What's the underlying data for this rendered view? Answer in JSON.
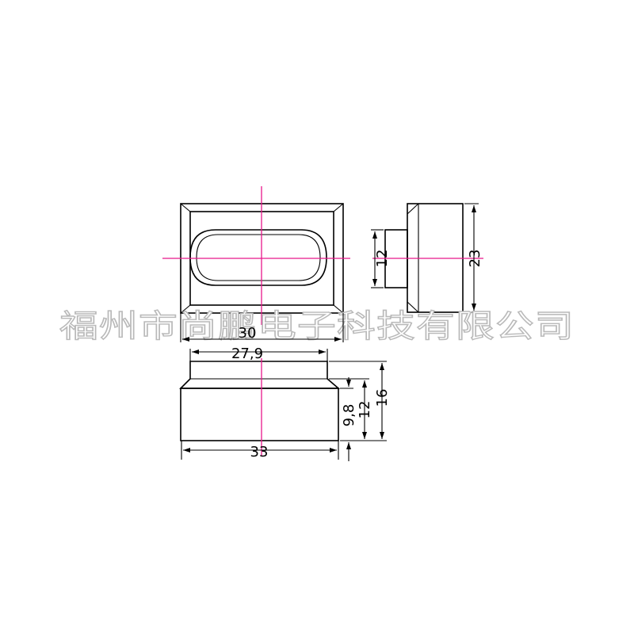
{
  "watermark": "福州市尚鹏电子科技有限公司",
  "dimensions": {
    "top_view_inner_width": "27,9",
    "top_view_outer_width": "30",
    "bottom_width": "33",
    "side_boss_height": "12",
    "side_total_height": "23",
    "front_dim_a": "9,8",
    "front_dim_b": "12",
    "front_dim_c": "16"
  },
  "colors": {
    "outline": "#000000",
    "centerline": "#e8178a",
    "watermark_stroke": "#b9b9b9"
  }
}
